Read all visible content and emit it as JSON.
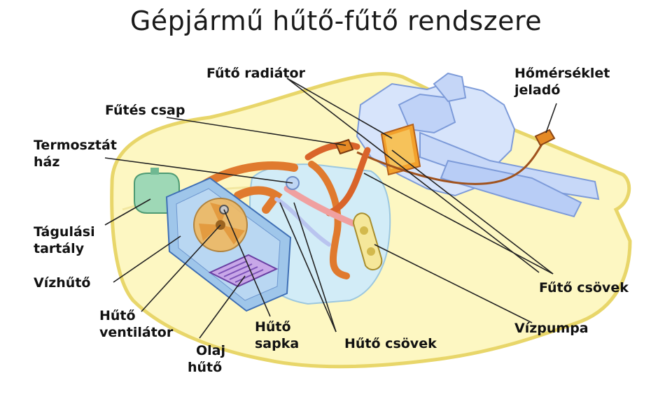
{
  "title": "Gépjármű hűtő-fűtő rendszere",
  "labels": {
    "futo_radiator": "Fűtő radiátor",
    "futes_csap": "Fűtés csap",
    "termosztat_line1": "Termosztát",
    "termosztat_line2": "ház",
    "tagulasi_line1": "Tágulási",
    "tagulasi_line2": "tartály",
    "vizhuto": "Vízhűtő",
    "huto_ventilator_line1": "Hűtő",
    "huto_ventilator_line2": "ventilátor",
    "olaj_line1": "Olaj",
    "olaj_line2": "hűtő",
    "huto_sapka_line1": "Hűtő",
    "huto_sapka_line2": "sapka",
    "huto_csovek": "Hűtő csövek",
    "vizpumpa": "Vízpumpa",
    "futo_csovek": "Fűtő csövek",
    "homerseklet_line1": "Hőmérséklet",
    "homerseklet_line2": "jeladó"
  },
  "colors": {
    "car_body": "#fdf7c2",
    "car_outline": "#e8d66a",
    "engine": "#cfe9f6",
    "radiator": "#9fc6ea",
    "hose": "#e07a2e",
    "heater_core": "#f3a12c",
    "fan": "#f0b860",
    "leader": "#222222"
  }
}
